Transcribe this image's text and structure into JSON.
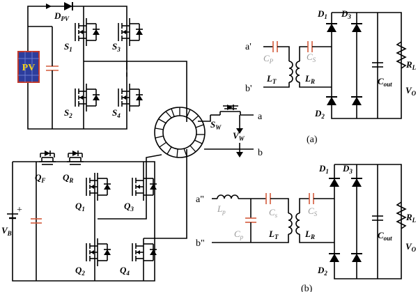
{
  "source_label": "PV",
  "colors": {
    "wire": "#000000",
    "capacitor": "#d45a3a",
    "pv_panel": "#2d3d9c",
    "pv_text": "#f2d21b",
    "label_gray": "#999999"
  },
  "labels": {
    "d_pv": "D",
    "d_pv_sub": "PV",
    "s1": "S",
    "s1_sub": "1",
    "s2": "S",
    "s2_sub": "2",
    "s3": "S",
    "s3_sub": "3",
    "s4": "S",
    "s4_sub": "4",
    "sw": "S",
    "sw_sub": "W",
    "vw": "V",
    "vw_sub": "W",
    "qf": "Q",
    "qf_sub": "F",
    "qr": "Q",
    "qr_sub": "R",
    "q1": "Q",
    "q1_sub": "1",
    "q2": "Q",
    "q2_sub": "2",
    "q3": "Q",
    "q3_sub": "3",
    "q4": "Q",
    "q4_sub": "4",
    "vb": "V",
    "vb_sub": "B",
    "node_a": "a",
    "node_b": "b",
    "plus": "+",
    "minus": "-"
  },
  "circuit_a": {
    "caption": "(a)",
    "node_a": "a'",
    "node_b": "b'",
    "cp": "C",
    "cp_sub": "P",
    "cs": "C",
    "cs_sub": "S",
    "lt": "L",
    "lt_sub": "T",
    "lr": "L",
    "lr_sub": "R",
    "d1": "D",
    "d1_sub": "1",
    "d2": "D",
    "d2_sub": "2",
    "d3": "D",
    "d3_sub": "3",
    "cout": "C",
    "cout_sub": "out",
    "rl": "R",
    "rl_sub": "L",
    "vo": "V",
    "vo_sub": "O"
  },
  "circuit_b": {
    "caption": "(b)",
    "node_a": "a\"",
    "node_b": "b\"",
    "lp": "L",
    "lp_sub": "p",
    "cp": "C",
    "cp_sub": "p",
    "cs1": "C",
    "cs1_sub": "s",
    "lt": "L",
    "lt_sub": "T",
    "cs2": "C",
    "cs2_sub": "S",
    "lr": "L",
    "lr_sub": "R",
    "d1": "D",
    "d1_sub": "1",
    "d2": "D",
    "d2_sub": "2",
    "d3": "D",
    "d3_sub": "3",
    "cout": "C",
    "cout_sub": "out",
    "rl": "R",
    "rl_sub": "L",
    "vo": "V",
    "vo_sub": "O"
  }
}
